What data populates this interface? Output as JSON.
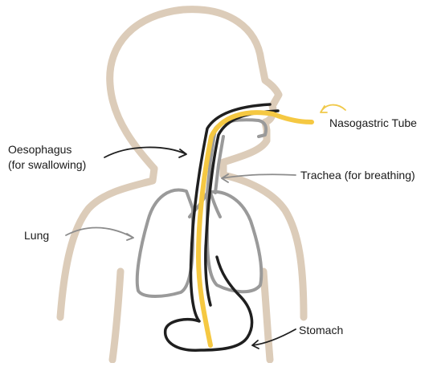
{
  "labels": {
    "nasogastric_tube": "Nasogastric Tube",
    "oesophagus_line1": "Oesophagus",
    "oesophagus_line2": "(for swallowing)",
    "trachea": "Trachea (for breathing)",
    "lung": "Lung",
    "stomach": "Stomach"
  },
  "colors": {
    "body_outline": "#dcccb9",
    "lung_outline": "#9a9a9a",
    "oesophagus_outline": "#1f1f1f",
    "tube": "#f5c842",
    "arrow_dark": "#1f1f1f",
    "arrow_light": "#8c8c8c",
    "arrow_yellow": "#f0c94a"
  }
}
